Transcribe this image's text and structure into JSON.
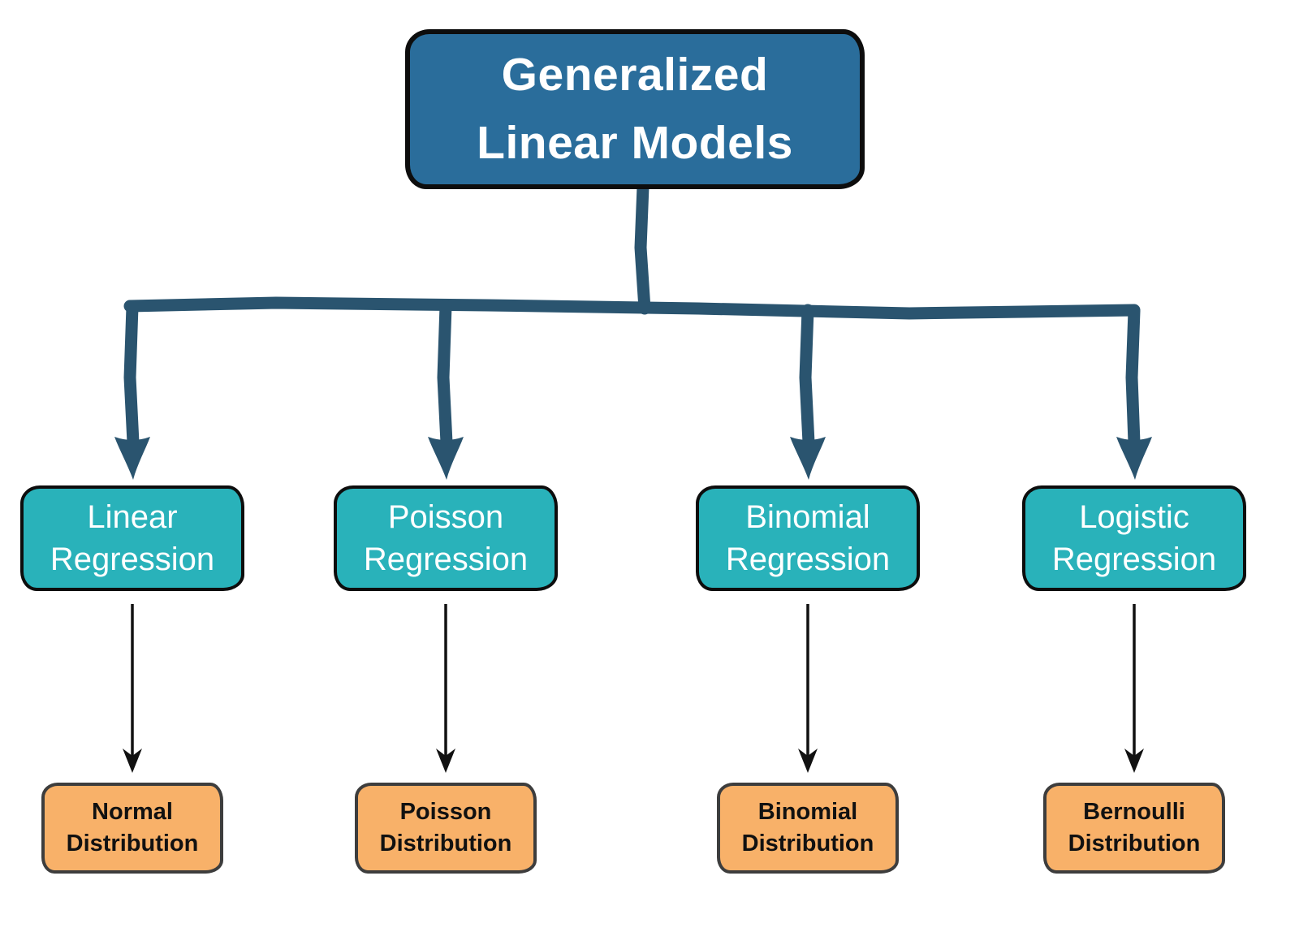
{
  "colors": {
    "header_fill": "#2a6d9b",
    "header_text": "#ffffff",
    "model_fill": "#29b2ba",
    "model_text": "#ffffff",
    "dist_fill": "#f8b169",
    "dist_text": "#111111",
    "dist_border": "#3d3d3d",
    "node_border": "#0d0d0d",
    "connector": "#2a546f",
    "arrow": "#111111"
  },
  "diagram": {
    "root": {
      "line1": "Generalized",
      "line2": "Linear Models"
    },
    "branches": [
      {
        "model": {
          "line1": "Linear",
          "line2": "Regression"
        },
        "distribution": {
          "line1": "Normal",
          "line2": "Distribution"
        }
      },
      {
        "model": {
          "line1": "Poisson",
          "line2": "Regression"
        },
        "distribution": {
          "line1": "Poisson",
          "line2": "Distribution"
        }
      },
      {
        "model": {
          "line1": "Binomial",
          "line2": "Regression"
        },
        "distribution": {
          "line1": "Binomial",
          "line2": "Distribution"
        }
      },
      {
        "model": {
          "line1": "Logistic",
          "line2": "Regression"
        },
        "distribution": {
          "line1": "Bernoulli",
          "line2": "Distribution"
        }
      }
    ]
  }
}
